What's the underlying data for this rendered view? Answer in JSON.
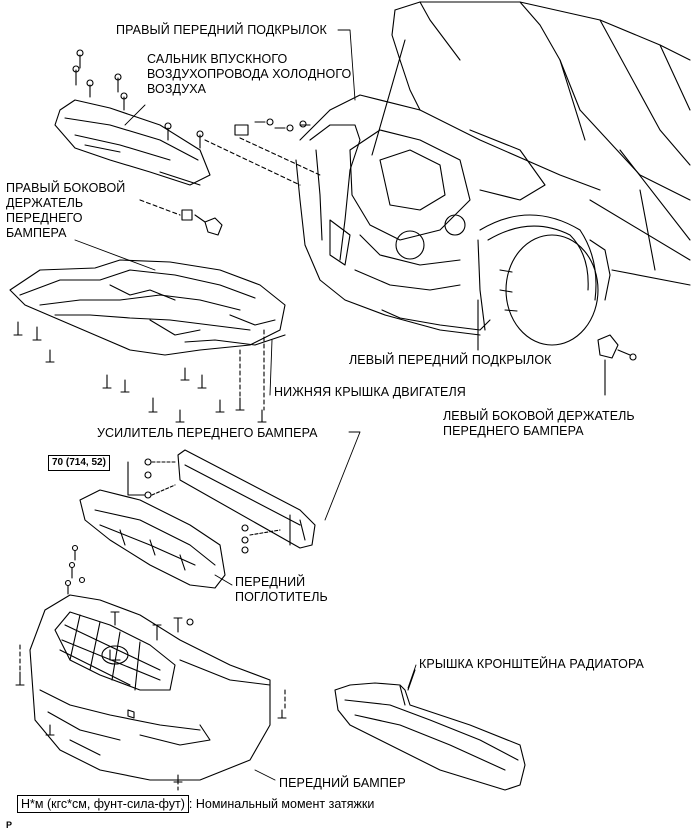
{
  "labels": {
    "right_fender_liner": "ПРАВЫЙ ПЕРЕДНИЙ ПОДКРЫЛОК",
    "cold_air_seal": "САЛЬНИК ВПУСКНОГО\nВОЗДУХОПРОВОДА ХОЛОДНОГО\nВОЗДУХА",
    "right_side_retainer": "ПРАВЫЙ БОКОВОЙ\nДЕРЖАТЕЛЬ\nПЕРЕДНЕГО\nБАМПЕРА",
    "left_fender_liner": "ЛЕВЫЙ ПЕРЕДНИЙ ПОДКРЫЛОК",
    "engine_under_cover": "НИЖНЯЯ КРЫШКА ДВИГАТЕЛЯ",
    "left_side_retainer": "ЛЕВЫЙ БОКОВОЙ ДЕРЖАТЕЛЬ\nПЕРЕДНЕГО БАМПЕРА",
    "bumper_reinforcement": "УСИЛИТЕЛЬ ПЕРЕДНЕГО БАМПЕРА",
    "front_absorber": "ПЕРЕДНИЙ\nПОГЛОТИТЕЛЬ",
    "radiator_support_cover": "КРЫШКА КРОНШТЕЙНА РАДИАТОРА",
    "front_bumper": "ПЕРЕДНИЙ БАМПЕР"
  },
  "torque_spec": "70 (714, 52)",
  "legend": {
    "unit": "Н*м (кгс*см, фунт-сила-фут)",
    "description": ": Номинальный момент затяжки"
  },
  "figure_code": "P"
}
